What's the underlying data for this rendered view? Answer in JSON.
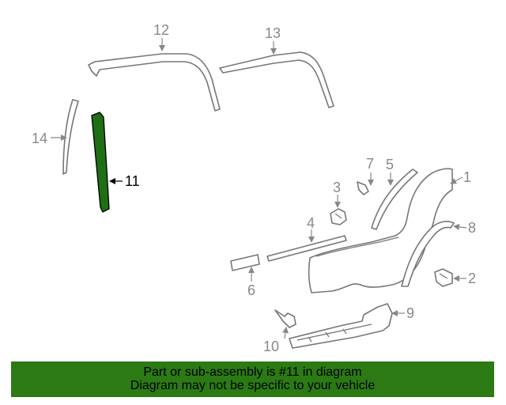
{
  "highlight_color": "#1f6f14",
  "banner_color": "#2b7a14",
  "callouts": {
    "c1": "1",
    "c2": "2",
    "c3": "3",
    "c4": "4",
    "c5": "5",
    "c6": "6",
    "c7": "7",
    "c8": "8",
    "c9": "9",
    "c10": "10",
    "c11": "11",
    "c12": "12",
    "c13": "13",
    "c14": "14"
  },
  "banner": {
    "line1": "Part or sub-assembly is #11 in diagram",
    "line2": "Diagram may not be specific to your vehicle"
  }
}
